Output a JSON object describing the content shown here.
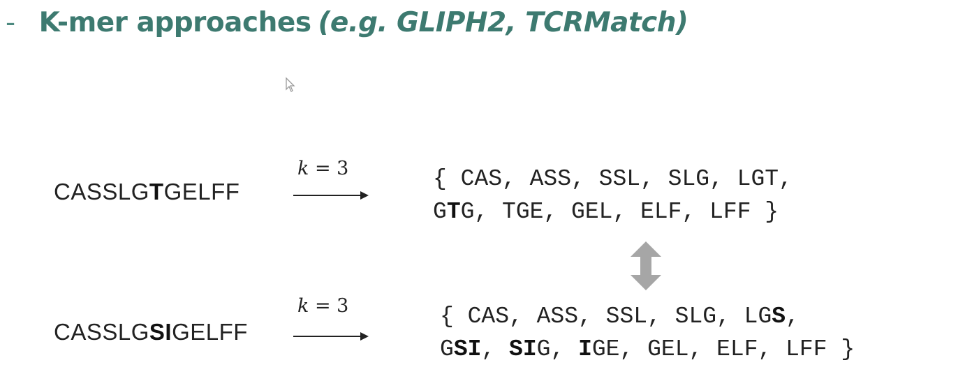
{
  "heading": {
    "dash": "-",
    "main": "K-mer approaches",
    "paren": "(e.g. GLIPH2, TCRMatch)"
  },
  "example1": {
    "sequence": [
      {
        "text": "CASSLG",
        "bold": false
      },
      {
        "text": "T",
        "bold": true
      },
      {
        "text": "GELFF",
        "bold": false
      }
    ],
    "k_label": {
      "var": "k",
      "rest": " = 3"
    },
    "kmer_lines": [
      [
        {
          "text": "{ CAS, ASS, SSL, SLG, LGT,",
          "bold": false
        }
      ],
      [
        {
          "text": "G",
          "bold": false
        },
        {
          "text": "T",
          "bold": true
        },
        {
          "text": "G, TGE, GEL, ELF, LFF }",
          "bold": false
        }
      ]
    ]
  },
  "example2": {
    "sequence": [
      {
        "text": "CASSLG",
        "bold": false
      },
      {
        "text": "SI",
        "bold": true
      },
      {
        "text": "GELFF",
        "bold": false
      }
    ],
    "k_label": {
      "var": "k",
      "rest": " = 3"
    },
    "kmer_lines": [
      [
        {
          "text": "{ CAS, ASS, SSL, SLG, LG",
          "bold": false
        },
        {
          "text": "S",
          "bold": true
        },
        {
          "text": ",",
          "bold": false
        }
      ],
      [
        {
          "text": "G",
          "bold": false
        },
        {
          "text": "SI",
          "bold": true
        },
        {
          "text": ", ",
          "bold": false
        },
        {
          "text": "SI",
          "bold": true
        },
        {
          "text": "G, ",
          "bold": false
        },
        {
          "text": "I",
          "bold": true
        },
        {
          "text": "GE, GEL, ELF, LFF }",
          "bold": false
        }
      ]
    ]
  },
  "icons": {
    "cursor": "mouse-pointer-icon",
    "compare": "double-headed-arrow-icon"
  },
  "colors": {
    "heading": "#3d7a70",
    "arrow": "#222222",
    "compare_arrow": "#a6a6a6"
  }
}
